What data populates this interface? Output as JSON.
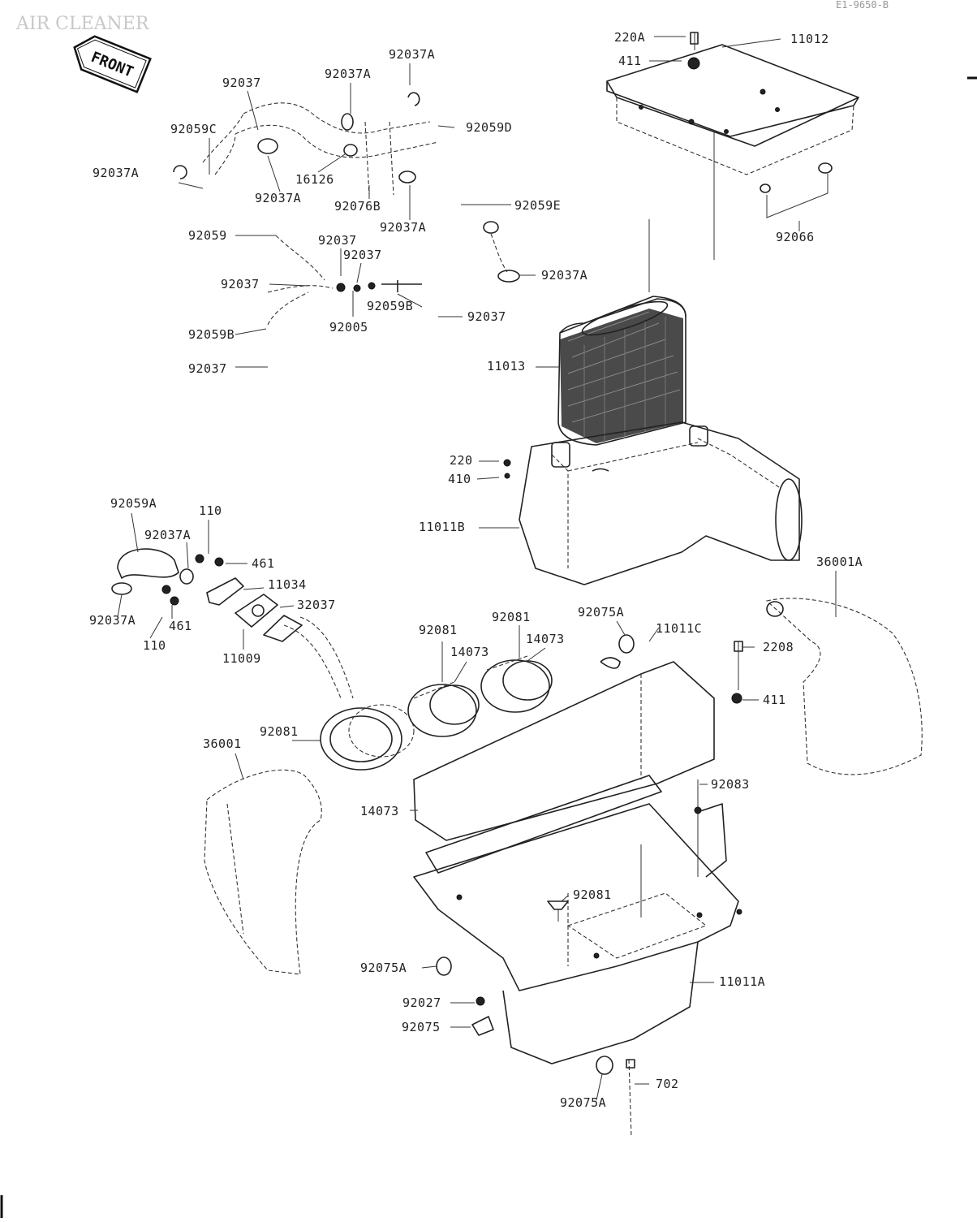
{
  "header": {
    "title": "AIR CLEANER",
    "code": "E1-9650-B"
  },
  "front_badge": "FRONT",
  "labels": [
    {
      "key": "l01",
      "text": "220A"
    },
    {
      "key": "l02",
      "text": "411"
    },
    {
      "key": "l03",
      "text": "11012"
    },
    {
      "key": "l04",
      "text": "92037A"
    },
    {
      "key": "l05",
      "text": "92037A"
    },
    {
      "key": "l06",
      "text": "92037"
    },
    {
      "key": "l07",
      "text": "92059C"
    },
    {
      "key": "l08",
      "text": "92059D"
    },
    {
      "key": "l09",
      "text": "92037A"
    },
    {
      "key": "l10",
      "text": "16126"
    },
    {
      "key": "l11",
      "text": "92037A"
    },
    {
      "key": "l12",
      "text": "92076B"
    },
    {
      "key": "l13",
      "text": "92037A"
    },
    {
      "key": "l14",
      "text": "92059E"
    },
    {
      "key": "l15",
      "text": "92066"
    },
    {
      "key": "l16",
      "text": "92059"
    },
    {
      "key": "l17",
      "text": "92037"
    },
    {
      "key": "l18",
      "text": "92037"
    },
    {
      "key": "l19",
      "text": "92037A"
    },
    {
      "key": "l20",
      "text": "92037"
    },
    {
      "key": "l21",
      "text": "92059B"
    },
    {
      "key": "l22",
      "text": "92037"
    },
    {
      "key": "l23",
      "text": "92005"
    },
    {
      "key": "l24",
      "text": "92059B"
    },
    {
      "key": "l25",
      "text": "92037"
    },
    {
      "key": "l26",
      "text": "11013"
    },
    {
      "key": "l27",
      "text": "220"
    },
    {
      "key": "l28",
      "text": "410"
    },
    {
      "key": "l29",
      "text": "11011B"
    },
    {
      "key": "l30",
      "text": "92059A"
    },
    {
      "key": "l31",
      "text": "110"
    },
    {
      "key": "l32",
      "text": "92037A"
    },
    {
      "key": "l33",
      "text": "461"
    },
    {
      "key": "l34",
      "text": "11034"
    },
    {
      "key": "l35",
      "text": "32037"
    },
    {
      "key": "l36",
      "text": "92037A"
    },
    {
      "key": "l37",
      "text": "461"
    },
    {
      "key": "l38",
      "text": "110"
    },
    {
      "key": "l39",
      "text": "11009"
    },
    {
      "key": "l40",
      "text": "36001A"
    },
    {
      "key": "l41",
      "text": "92075A"
    },
    {
      "key": "l42",
      "text": "11011C"
    },
    {
      "key": "l43",
      "text": "92081"
    },
    {
      "key": "l44",
      "text": "14073"
    },
    {
      "key": "l45",
      "text": "92081"
    },
    {
      "key": "l46",
      "text": "14073"
    },
    {
      "key": "l47",
      "text": "2208"
    },
    {
      "key": "l48",
      "text": "411"
    },
    {
      "key": "l49",
      "text": "92081"
    },
    {
      "key": "l50",
      "text": "36001"
    },
    {
      "key": "l51",
      "text": "92083"
    },
    {
      "key": "l52",
      "text": "14073"
    },
    {
      "key": "l53",
      "text": "92081"
    },
    {
      "key": "l54",
      "text": "92075A"
    },
    {
      "key": "l55",
      "text": "11011A"
    },
    {
      "key": "l56",
      "text": "92027"
    },
    {
      "key": "l57",
      "text": "92075"
    },
    {
      "key": "l58",
      "text": "702"
    },
    {
      "key": "l59",
      "text": "92075A"
    }
  ]
}
